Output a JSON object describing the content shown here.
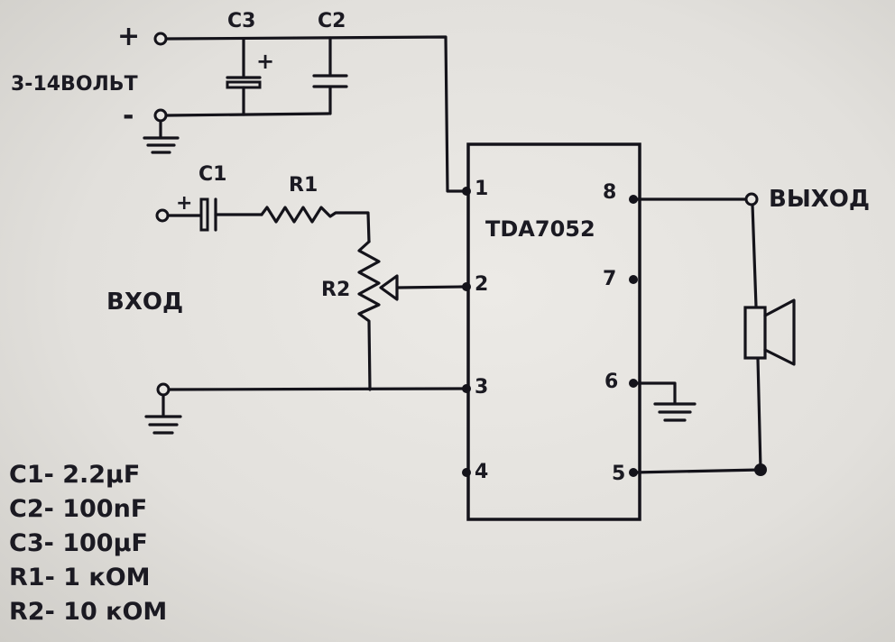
{
  "supply": {
    "plus": "+",
    "minus": "-",
    "voltage": "3-14ВОЛЬТ"
  },
  "components": {
    "c3": "C3",
    "c2": "C2",
    "c1": "C1",
    "r1": "R1",
    "r2": "R2",
    "c3_polarity": "+",
    "c1_polarity": "+"
  },
  "ic": {
    "name": "TDA7052",
    "pins": {
      "p1": "1",
      "p2": "2",
      "p3": "3",
      "p4": "4",
      "p5": "5",
      "p6": "6",
      "p7": "7",
      "p8": "8"
    }
  },
  "labels": {
    "input": "ВХОД",
    "output": "ВЫХОД"
  },
  "values": [
    "C1- 2.2μF",
    "C2- 100nF",
    "C3- 100μF",
    "R1- 1 кОМ",
    "R2- 10 кОМ"
  ]
}
